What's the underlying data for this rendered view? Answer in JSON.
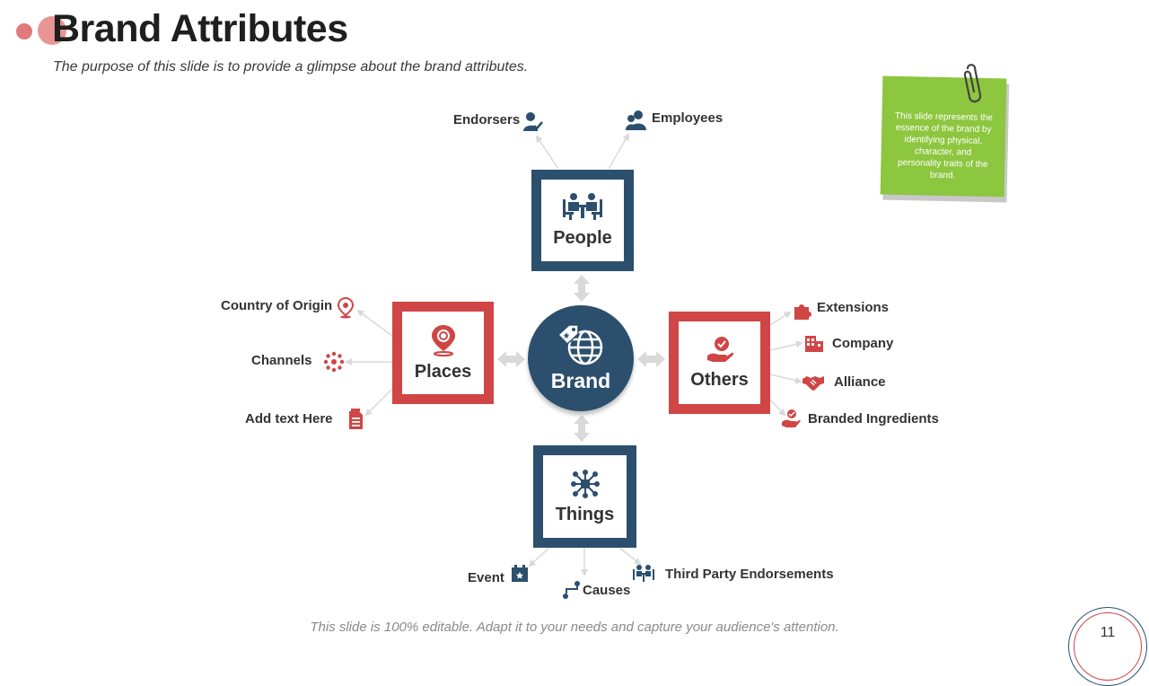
{
  "slide": {
    "title": "Brand Attributes",
    "subtitle": "The purpose of this slide is to provide a glimpse about the brand attributes.",
    "footer": "This slide is 100% editable.  Adapt it to your needs and capture your audience's attention.",
    "page_number": "11"
  },
  "note": {
    "text": "This slide represents the essence of the brand by identifying physical, character, and personality traits of the brand."
  },
  "center": {
    "label": "Brand",
    "icon": "globe-tag-icon"
  },
  "boxes": {
    "people": {
      "label": "People",
      "icon": "meeting-people-icon"
    },
    "places": {
      "label": "Places",
      "icon": "location-pin-icon"
    },
    "others": {
      "label": "Others",
      "icon": "hand-badge-icon"
    },
    "things": {
      "label": "Things",
      "icon": "network-chip-icon"
    }
  },
  "items": {
    "endorsers": "Endorsers",
    "employees": "Employees",
    "country_of_origin": "Country of Origin",
    "channels": "Channels",
    "add_text": "Add text Here",
    "extensions": "Extensions",
    "company": "Company",
    "alliance": "Alliance",
    "branded_ingredients": "Branded Ingredients",
    "event": "Event",
    "causes": "Causes",
    "third_party": "Third Party  Endorsements"
  },
  "colors": {
    "blue": "#2c4f6e",
    "red": "#d04545",
    "note_green": "#8dc63f",
    "arrow_gray": "#d9d9d9"
  }
}
